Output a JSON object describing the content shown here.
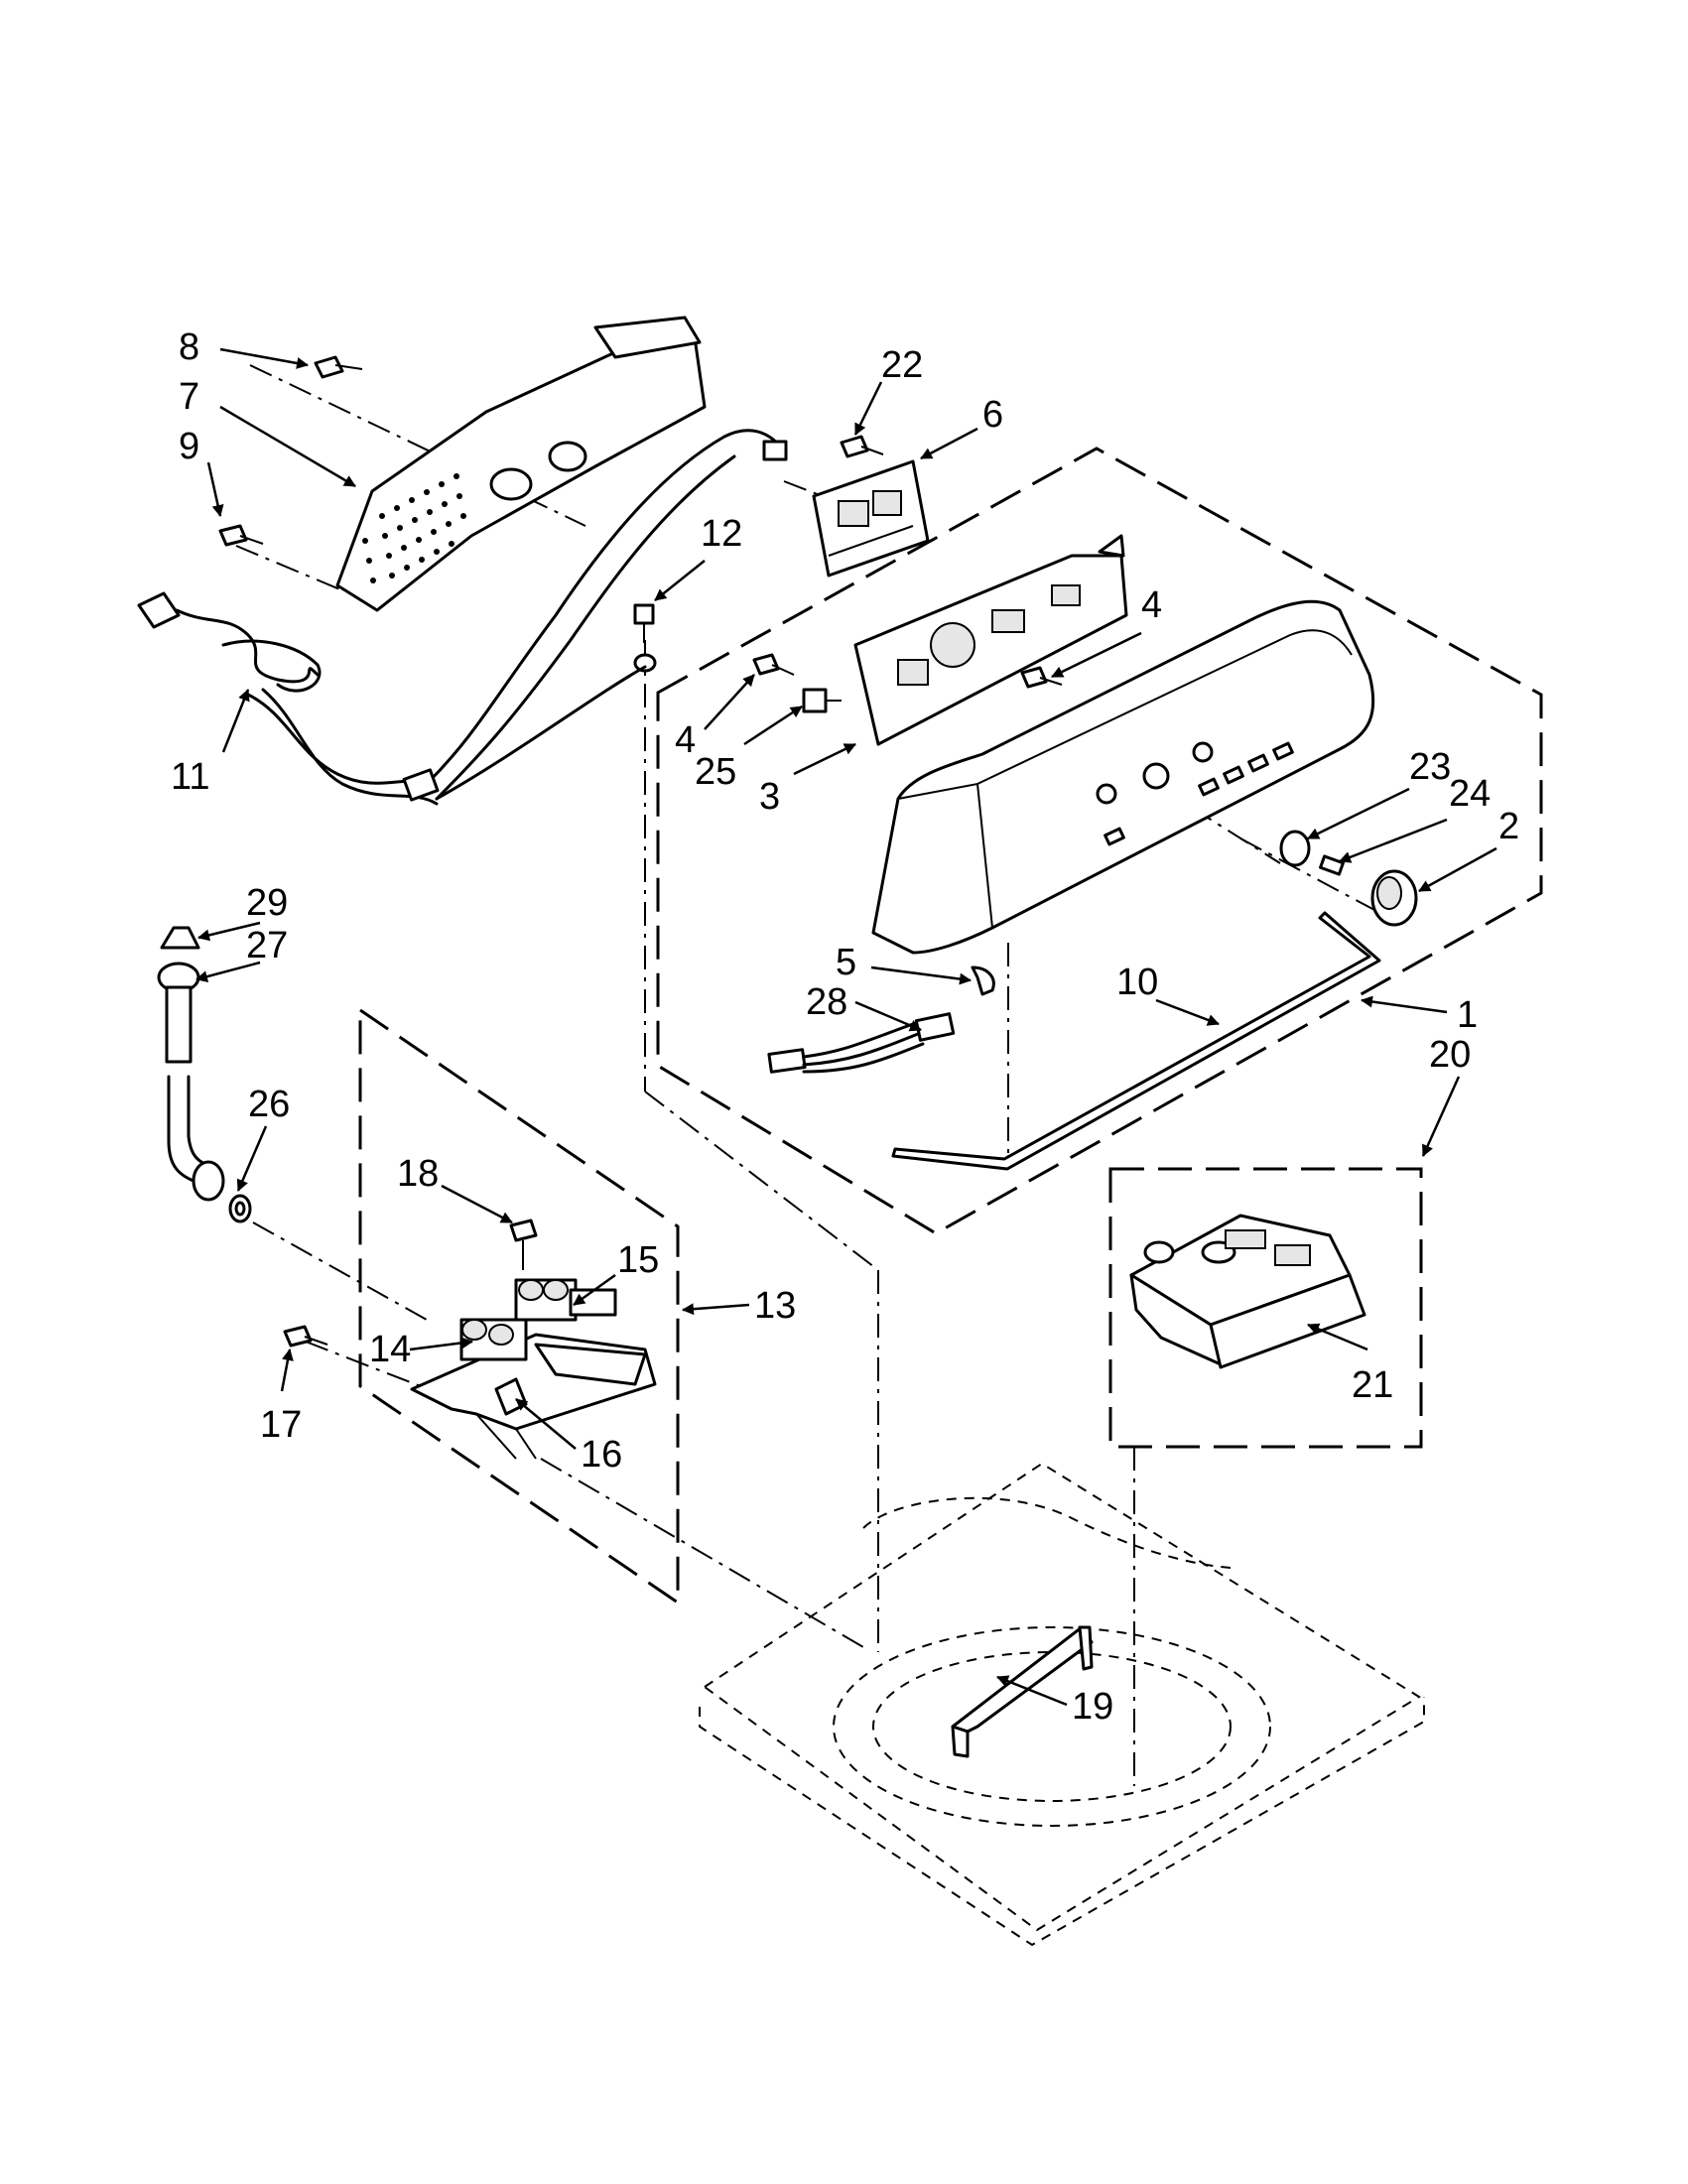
{
  "callouts": [
    {
      "id": "c1",
      "label": "1"
    },
    {
      "id": "c2",
      "label": "2"
    },
    {
      "id": "c3",
      "label": "3"
    },
    {
      "id": "c4a",
      "label": "4"
    },
    {
      "id": "c4b",
      "label": "4"
    },
    {
      "id": "c5",
      "label": "5"
    },
    {
      "id": "c6",
      "label": "6"
    },
    {
      "id": "c7",
      "label": "7"
    },
    {
      "id": "c8",
      "label": "8"
    },
    {
      "id": "c9",
      "label": "9"
    },
    {
      "id": "c10",
      "label": "10"
    },
    {
      "id": "c11",
      "label": "11"
    },
    {
      "id": "c12",
      "label": "12"
    },
    {
      "id": "c13",
      "label": "13"
    },
    {
      "id": "c14",
      "label": "14"
    },
    {
      "id": "c15",
      "label": "15"
    },
    {
      "id": "c16",
      "label": "16"
    },
    {
      "id": "c17",
      "label": "17"
    },
    {
      "id": "c18",
      "label": "18"
    },
    {
      "id": "c19",
      "label": "19"
    },
    {
      "id": "c20",
      "label": "20"
    },
    {
      "id": "c21",
      "label": "21"
    },
    {
      "id": "c22",
      "label": "22"
    },
    {
      "id": "c23",
      "label": "23"
    },
    {
      "id": "c24",
      "label": "24"
    },
    {
      "id": "c25",
      "label": "25"
    },
    {
      "id": "c26",
      "label": "26"
    },
    {
      "id": "c27",
      "label": "27"
    },
    {
      "id": "c28",
      "label": "28"
    },
    {
      "id": "c29",
      "label": "29"
    }
  ],
  "colors": {
    "ink": "#000000",
    "paper": "#ffffff"
  }
}
